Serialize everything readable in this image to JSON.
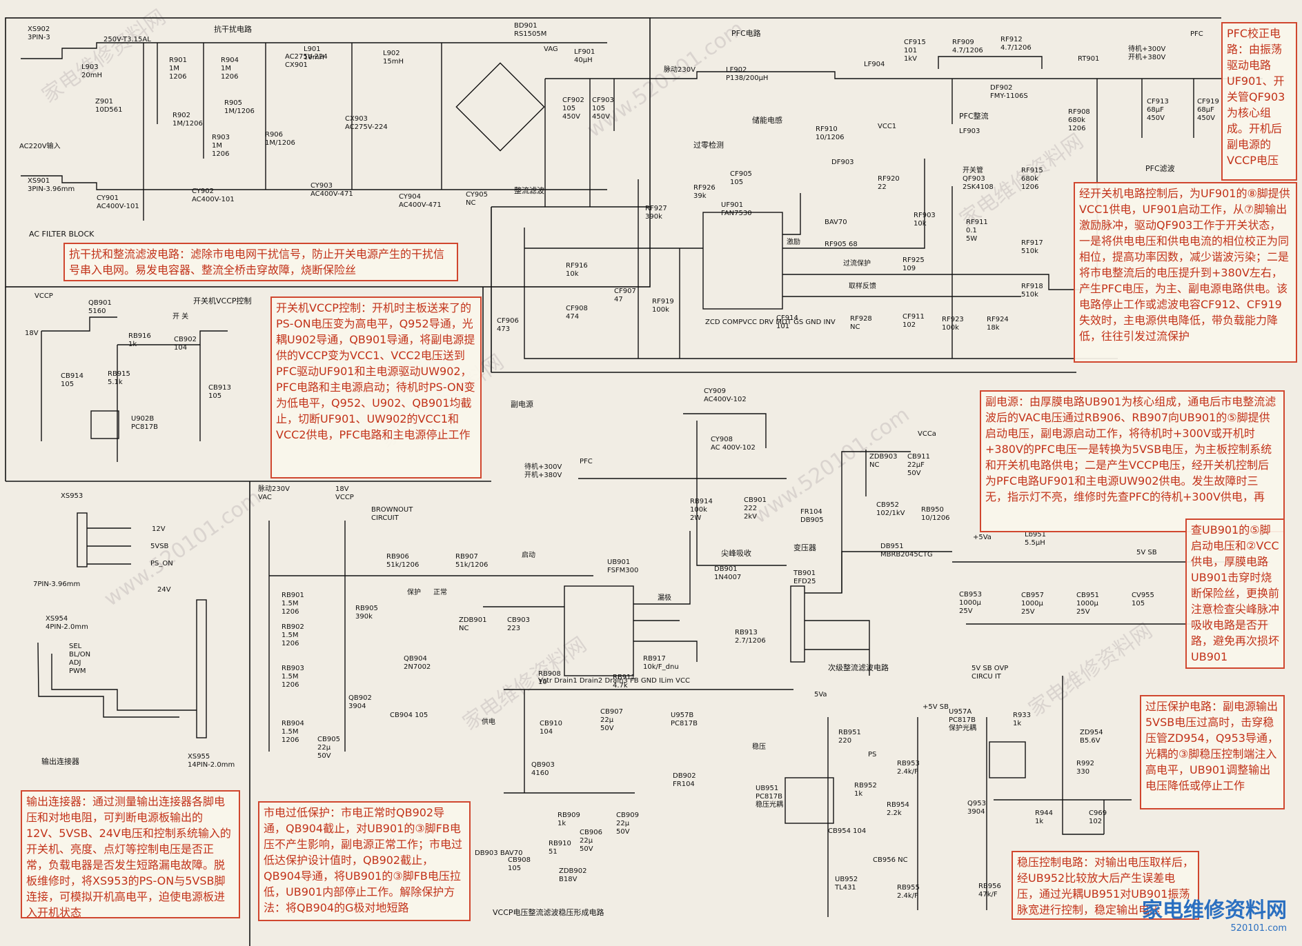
{
  "sections": {
    "emi": "抗干扰电路",
    "ac_filter": "AC FILTER BLOCK",
    "pfc": "PFC电路",
    "vccp_ctrl": "开关机VCCP控制",
    "aux": "副电源",
    "output_conn": "输出连接器",
    "secondary": "次级整流滤波电路",
    "vccp_reg": "VCCP电压整流滤波稳压形成电路",
    "brownout": "BROWNOUT\nCIRCUIT",
    "ovp": "5V SB OVP\nCIRCU IT",
    "rectify": "整流滤波",
    "pfc_rect": "PFC整流",
    "pfc_filter": "PFC滤波",
    "overcurrent_detect": "过零检测",
    "store_inductor": "储能电感",
    "spike": "尖峰吸收",
    "transformer": "变压器"
  },
  "components": [
    {
      "id": "xs902",
      "text": "XS902\n3PIN-3"
    },
    {
      "id": "xs901",
      "text": "XS901\n3PIN-3.96mm"
    },
    {
      "id": "ac220",
      "text": "AC220V输入"
    },
    {
      "id": "l903",
      "text": "L903\n20mH"
    },
    {
      "id": "fuse",
      "text": "250V-T3.15AL"
    },
    {
      "id": "z901",
      "text": "Z901\n10D561"
    },
    {
      "id": "r901",
      "text": "R901\n1M\n1206"
    },
    {
      "id": "r902",
      "text": "R902\n1M/1206"
    },
    {
      "id": "r903",
      "text": "R903\n1M\n1206"
    },
    {
      "id": "r904",
      "text": "R904\n1M\n1206"
    },
    {
      "id": "r905",
      "text": "R905\n1M/1206"
    },
    {
      "id": "r906",
      "text": "R906\n1M/1206"
    },
    {
      "id": "cx901",
      "text": "AC275V-224\nCX901"
    },
    {
      "id": "l901",
      "text": "L901\n10mH"
    },
    {
      "id": "cx903",
      "text": "CX903\nAC275V-224"
    },
    {
      "id": "l902",
      "text": "L902\n15mH"
    },
    {
      "id": "cy901",
      "text": "CY901\nAC400V-101"
    },
    {
      "id": "cy902",
      "text": "CY902\nAC400V-101"
    },
    {
      "id": "cy903",
      "text": "CY903\nAC400V-471"
    },
    {
      "id": "cy904",
      "text": "CY904\nAC400V-471"
    },
    {
      "id": "cy905",
      "text": "CY905\nNC"
    },
    {
      "id": "bd901",
      "text": "BD901\nRS1505M"
    },
    {
      "id": "vag",
      "text": "VAG"
    },
    {
      "id": "lf901",
      "text": "LF901\n40μH"
    },
    {
      "id": "cf902",
      "text": "CF902\n105\n450V"
    },
    {
      "id": "cf903",
      "text": "CF903\n105\n450V"
    },
    {
      "id": "pulse230",
      "text": "脉动230V"
    },
    {
      "id": "lf902",
      "text": "LF902\nP138/200μH"
    },
    {
      "id": "lf904",
      "text": "LF904"
    },
    {
      "id": "cf915",
      "text": "CF915\n101\n1kV"
    },
    {
      "id": "rf909",
      "text": "RF909\n4.7/1206"
    },
    {
      "id": "rf912",
      "text": "RF912\n4.7/1206"
    },
    {
      "id": "df902",
      "text": "DF902\nFMY-1106S"
    },
    {
      "id": "rt901",
      "text": "RT901"
    },
    {
      "id": "pfc_out",
      "text": "待机+300V\n开机+380V"
    },
    {
      "id": "pfc_lbl",
      "text": "PFC"
    },
    {
      "id": "rf908",
      "text": "RF908\n680k\n1206"
    },
    {
      "id": "cf913",
      "text": "CF913\n68μF\n450V"
    },
    {
      "id": "cf919",
      "text": "CF919\n68μF\n450V"
    },
    {
      "id": "lf903",
      "text": "LF903"
    },
    {
      "id": "rf910",
      "text": "RF910\n10/1206"
    },
    {
      "id": "vcc1",
      "text": "VCC1"
    },
    {
      "id": "df903",
      "text": "DF903"
    },
    {
      "id": "rf920",
      "text": "RF920\n22"
    },
    {
      "id": "bav70",
      "text": "BAV70"
    },
    {
      "id": "qf903",
      "text": "开关管\nQF903\n2SK4108"
    },
    {
      "id": "rf903",
      "text": "RF903\n10k"
    },
    {
      "id": "rf911",
      "text": "RF911\n0.1\n5W"
    },
    {
      "id": "rf905",
      "text": "RF905 68"
    },
    {
      "id": "rf915",
      "text": "RF915\n680k\n1206"
    },
    {
      "id": "rf917",
      "text": "RF917\n510k"
    },
    {
      "id": "rf918",
      "text": "RF918\n510k"
    },
    {
      "id": "cf905",
      "text": "CF905\n105"
    },
    {
      "id": "rf926",
      "text": "RF926\n39k"
    },
    {
      "id": "rf927",
      "text": "RF927\n390k"
    },
    {
      "id": "uf901",
      "text": "UF901\nFAN7530"
    },
    {
      "id": "uf_pins",
      "text": "ZCD  COMPVCC  DRV  MOT  GS  GND  INV"
    },
    {
      "id": "rf916",
      "text": "RF916\n10k"
    },
    {
      "id": "cf908",
      "text": "CF908\n474"
    },
    {
      "id": "cf907",
      "text": "CF907\n47"
    },
    {
      "id": "rf919",
      "text": "RF919\n100k"
    },
    {
      "id": "cf906",
      "text": "CF906\n473"
    },
    {
      "id": "cf914",
      "text": "CF914\n101"
    },
    {
      "id": "rf928",
      "text": "RF928\nNC"
    },
    {
      "id": "cf911",
      "text": "CF911\n102"
    },
    {
      "id": "rf923",
      "text": "RF923\n100k"
    },
    {
      "id": "rf924",
      "text": "RF924\n18k"
    },
    {
      "id": "rf925",
      "text": "RF925\n109"
    },
    {
      "id": "vccp",
      "text": "VCCP"
    },
    {
      "id": "qb901",
      "text": "QB901\n5160"
    },
    {
      "id": "rb916",
      "text": "RB916\n1k"
    },
    {
      "id": "cb902",
      "text": "CB902\n104"
    },
    {
      "id": "cb914",
      "text": "CB914\n105"
    },
    {
      "id": "rb915",
      "text": "RB915\n5.1k"
    },
    {
      "id": "u902b",
      "text": "U902B\nPC817B"
    },
    {
      "id": "cb913",
      "text": "CB913\n105"
    },
    {
      "id": "v18",
      "text": "18V"
    },
    {
      "id": "xs953",
      "text": "XS953"
    },
    {
      "id": "xs953_pins",
      "text": "7PIN-3.96mm"
    },
    {
      "id": "out12",
      "text": "12V"
    },
    {
      "id": "out5vsb",
      "text": "5VSB"
    },
    {
      "id": "ps_on",
      "text": "PS_ON"
    },
    {
      "id": "xs954",
      "text": "XS954\n4PIN-2.0mm"
    },
    {
      "id": "xs955",
      "text": "XS955\n14PIN-2.0mm"
    },
    {
      "id": "v24",
      "text": "24V"
    },
    {
      "id": "sigs",
      "text": "SEL\nBL/ON\nADJ\nPWM"
    },
    {
      "id": "cy909",
      "text": "CY909\nAC400V-102"
    },
    {
      "id": "cy908",
      "text": "CY908\nAC 400V-102"
    },
    {
      "id": "rb914",
      "text": "RB914\n100k\n2W"
    },
    {
      "id": "cb901",
      "text": "CB901\n222\n2kV"
    },
    {
      "id": "db901",
      "text": "DB901\n1N4007"
    },
    {
      "id": "rb906",
      "text": "RB906\n51k/1206"
    },
    {
      "id": "rb907",
      "text": "RB907\n51k/1206"
    },
    {
      "id": "ub901",
      "text": "UB901\nFSFM300"
    },
    {
      "id": "ub_pins",
      "text": "Vstr  Drain1  Drain2  Drain3  FB  GND  ILim  VCC"
    },
    {
      "id": "rb901",
      "text": "RB901\n1.5M\n1206"
    },
    {
      "id": "rb902",
      "text": "RB902\n1.5M\n1206"
    },
    {
      "id": "rb903",
      "text": "RB903\n1.5M\n1206"
    },
    {
      "id": "rb904",
      "text": "RB904\n1.5M\n1206"
    },
    {
      "id": "rb905",
      "text": "RB905\n390k"
    },
    {
      "id": "qb904",
      "text": "QB904\n2N7002"
    },
    {
      "id": "qb902",
      "text": "QB902\n3904"
    },
    {
      "id": "cb904",
      "text": "CB904 105"
    },
    {
      "id": "cb905",
      "text": "CB905\n22μ\n50V"
    },
    {
      "id": "zdb901",
      "text": "ZDB901\nNC"
    },
    {
      "id": "cb903",
      "text": "CB903\n223"
    },
    {
      "id": "rb908",
      "text": "RB908\n10"
    },
    {
      "id": "rb911",
      "text": "RB911\n4.7k"
    },
    {
      "id": "cb910",
      "text": "CB910\n104"
    },
    {
      "id": "cb907",
      "text": "CB907\n22μ\n50V"
    },
    {
      "id": "rb917",
      "text": "RB917\n10k/F_dnu"
    },
    {
      "id": "u957b",
      "text": "U957B\nPC817B"
    },
    {
      "id": "rb913",
      "text": "RB913\n2.7/1206"
    },
    {
      "id": "db902",
      "text": "DB902\nFR104"
    },
    {
      "id": "qb903",
      "text": "QB903\n4160"
    },
    {
      "id": "rb909",
      "text": "RB909\n1k"
    },
    {
      "id": "cb909",
      "text": "CB909\n22μ\n50V"
    },
    {
      "id": "cb906",
      "text": "CB906\n22μ\n50V"
    },
    {
      "id": "rb910",
      "text": "RB910\n51"
    },
    {
      "id": "zdb902",
      "text": "ZDB902\nB18V"
    },
    {
      "id": "db903",
      "text": "DB903 BAV70"
    },
    {
      "id": "cb908",
      "text": "CB908\n105"
    },
    {
      "id": "tb901",
      "text": "TB901\nEFD25"
    },
    {
      "id": "fr104",
      "text": "FR104\nDB905"
    },
    {
      "id": "zdb903",
      "text": "ZDB903\nNC"
    },
    {
      "id": "cb911",
      "text": "CB911\n22μF\n50V"
    },
    {
      "id": "vcca",
      "text": "VCCa"
    },
    {
      "id": "cb952",
      "text": "CB952\n102/1kV"
    },
    {
      "id": "rb950",
      "text": "RB950\n10/1206"
    },
    {
      "id": "db951",
      "text": "DB951\nMBRB2045CTG"
    },
    {
      "id": "p5va",
      "text": "+5Va"
    },
    {
      "id": "lb951",
      "text": "Lb951\n5.5μH"
    },
    {
      "id": "out5vsb2",
      "text": "5V SB"
    },
    {
      "id": "cb953",
      "text": "CB953\n1000μ\n25V"
    },
    {
      "id": "cb957",
      "text": "CB957\n1000μ\n25V"
    },
    {
      "id": "cb951",
      "text": "CB951\n1000μ\n25V"
    },
    {
      "id": "cv955",
      "text": "CV955\n105"
    },
    {
      "id": "v5a",
      "text": "5Va"
    },
    {
      "id": "rb951",
      "text": "RB951\n220"
    },
    {
      "id": "p5vsb",
      "text": "+5V SB"
    },
    {
      "id": "u957a",
      "text": "U957A\nPC817B\n保护光耦"
    },
    {
      "id": "rb953",
      "text": "RB953\n2.4k/F"
    },
    {
      "id": "ps",
      "text": "PS"
    },
    {
      "id": "ub951",
      "text": "UB951\nPC817B\n稳压光耦"
    },
    {
      "id": "rb952",
      "text": "RB952\n1k"
    },
    {
      "id": "rb954",
      "text": "RB954\n2.2k"
    },
    {
      "id": "cb954",
      "text": "CB954  104"
    },
    {
      "id": "cb956",
      "text": "CB956 NC"
    },
    {
      "id": "ub952",
      "text": "UB952\nTL431"
    },
    {
      "id": "rb955",
      "text": "RB955\n2.4k/F"
    },
    {
      "id": "rb956",
      "text": "RB956\n47k/F"
    },
    {
      "id": "r933",
      "text": "R933\n1k"
    },
    {
      "id": "zd954",
      "text": "ZD954\nB5.6V"
    },
    {
      "id": "r992",
      "text": "R992\n330"
    },
    {
      "id": "q953",
      "text": "Q953\n3904"
    },
    {
      "id": "r944",
      "text": "R944\n1k"
    },
    {
      "id": "c969",
      "text": "C969\n102"
    }
  ],
  "notes": {
    "emi": "抗干扰和整流滤波电路：滤除市电电网干扰信号，防止开关电源产生的干扰信号串入电网。易发电容器、整流全桥击穿故障，烧断保险丝",
    "vccp": "开关机VCCP控制：开机时主板送来了的PS-ON电压变为高电平，Q952导通，光耦U902导通，QB901导通，将副电源提供的VCCP变为VCC1、VCC2电压送到PFC驱动UF901和主电源驱动UW902，PFC电路和主电源启动；待机时PS-ON变为低电平，Q952、U902、QB901均截止，切断UF901、UW902的VCC1和VCC2供电，PFC电路和主电源停止工作",
    "pfc_top": "PFC校正电路：由振荡驱动电路UF901、开关管QF903为核心组成。开机后副电源的VCCP电压",
    "pfc_main": "经开关机电路控制后，为UF901的⑧脚提供VCC1供电，UF901启动工作，从⑦脚输出激励脉冲，驱动QF903工作于开关状态，一是将供电电压和供电电流的相位校正为同相位，提高功率因数，减少谐波污染；二是将市电整流后的电压提升到+380V左右，产生PFC电压，为主、副电源电路供电。该电路停止工作或滤波电容CF912、CF919失效时，主电源供电降低，带负载能力降低，往往引发过流保护",
    "aux": "副电源：由厚膜电路UB901为核心组成，通电后市电整流滤波后的VAC电压通过RB906、RB907向UB901的⑤脚提供启动电压，副电源启动工作，将待机时+300V或开机时+380V的PFC电压一是转换为5VSB电压，为主板控制系统和开关机电路供电；二是产生VCCP电压，经开关机控制后为PFC电路UF901和主电源UW902供电。发生故障时三无，指示灯不亮，维修时先查PFC的待机+300V供电，再",
    "aux_cont": "查UB901的⑤脚启动电压和②VCC供电，厚膜电路UB901击穿时烧断保险丝，更换前注意检查尖峰脉冲吸收电路是否开路，避免再次损坏UB901",
    "ovp": "过压保护电路：副电源输出5VSB电压过高时，击穿稳压管ZD954，Q953导通，光耦的③脚稳压控制端注入高电平，UB901调整输出电压降低或停止工作",
    "output": "输出连接器：通过测量输出连接器各脚电压和对地电阻，可判断电源板输出的12V、5VSB、24V电压和控制系统输入的开关机、亮度、点灯等控制电压是否正常，负载电器是否发生短路漏电故障。脱板维修时，将XS953的PS-ON与5VSB脚连接，可模拟开机高电平，迫使电源板进入开机状态",
    "brownout": "市电过低保护：市电正常时QB902导通，QB904截止，对UB901的③脚FB电压不产生影响，副电源正常工作；市电过低达保护设计值时，QB902截止，QB904导通，将UB901的③脚FB电压拉低，UB901内部停止工作。解除保护方法：将QB904的G极对地短路",
    "reg": "稳压控制电路：对输出电压取样后，经UB952比较放大后产生误差电压，通过光耦UB951对UB901振荡脉宽进行控制，稳定输出电压"
  },
  "signals": {
    "standby_on": "待机+300V\n开机+380V",
    "pfc_in": "PFC",
    "pulse_vac": "脉动230V\nVAC",
    "vccp18": "18V\nVCCP",
    "start": "启动",
    "drain": "漏极",
    "protect": "保护",
    "normal": "正常",
    "regulate": "稳压",
    "supply": "供电",
    "excite": "激励",
    "overcurrent": "过流保护",
    "sample": "取样反馈",
    "on_off": "开 关"
  },
  "watermarks": [
    "家电维修资料网",
    "www.520101.com"
  ],
  "logo": {
    "name": "家电维修资料网",
    "url": "520101.com"
  },
  "colors": {
    "note": "#c23219",
    "line": "#111111",
    "paper": "#f1ede4"
  }
}
